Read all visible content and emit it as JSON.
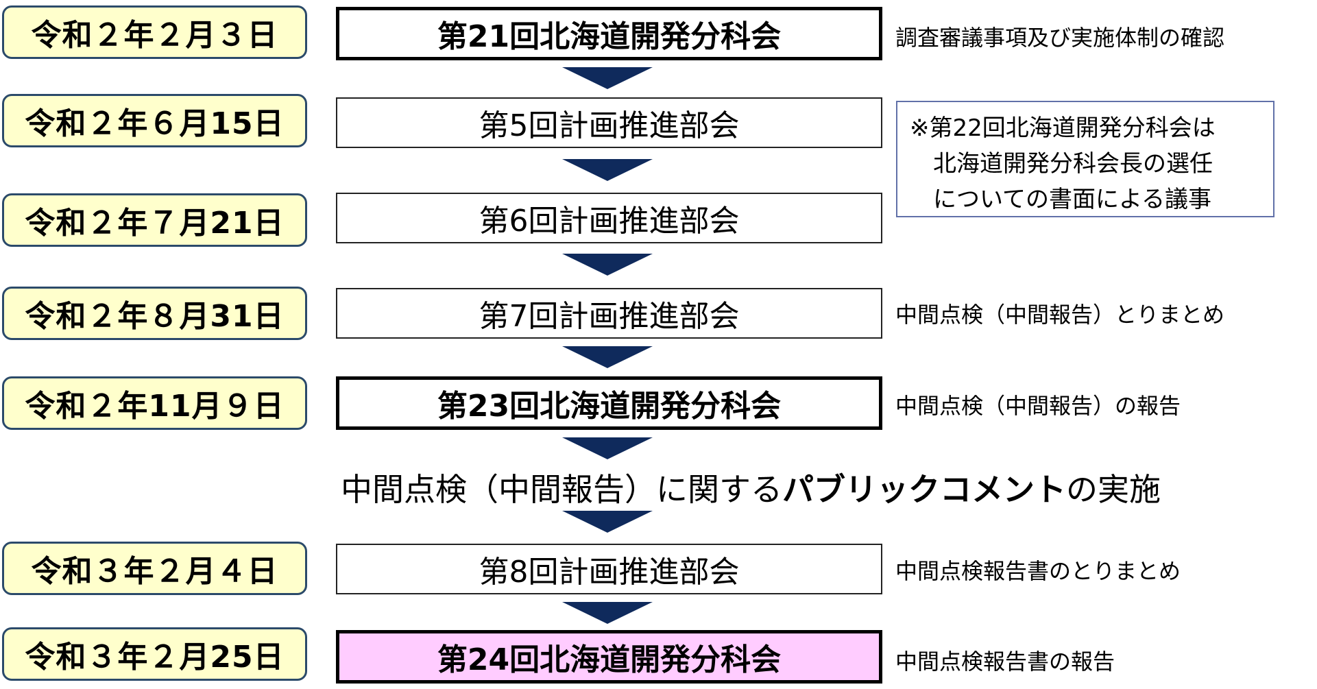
{
  "rows": [
    {
      "date": "令和２年２月３日",
      "meeting": "第21回北海道開発分科会",
      "note": "調査審議事項及び実施体制の確認"
    },
    {
      "date": "令和２年６月15日",
      "meeting": "第5回計画推進部会",
      "note": ""
    },
    {
      "date": "令和２年７月21日",
      "meeting": "第6回計画推進部会",
      "note": ""
    },
    {
      "date": "令和２年８月31日",
      "meeting": "第7回計画推進部会",
      "note": "中間点検（中間報告）とりまとめ"
    },
    {
      "date": "令和２年11月９日",
      "meeting": "第23回北海道開発分科会",
      "note": "中間点検（中間報告）の報告"
    },
    {
      "date": "令和３年２月４日",
      "meeting": "第8回計画推進部会",
      "note": "中間点検報告書のとりまとめ"
    },
    {
      "date": "令和３年２月25日",
      "meeting": "第24回北海道開発分科会",
      "note": "中間点検報告書の報告"
    }
  ],
  "side_note": {
    "line1": "※第22回北海道開発分科会は",
    "line2": "北海道開発分科会長の選任",
    "line3": "についての書面による議事"
  },
  "public_comment": {
    "prefix": "中間点検（中間報告）に関する",
    "emphasis": "パブリックコメント",
    "suffix": "の実施"
  },
  "colors": {
    "date_fill": "#ffffcc",
    "date_border": "#2b4a6a",
    "arrow": "#0f2a5c",
    "final_meeting_fill": "#ffccff",
    "side_note_border": "#6070a8"
  }
}
